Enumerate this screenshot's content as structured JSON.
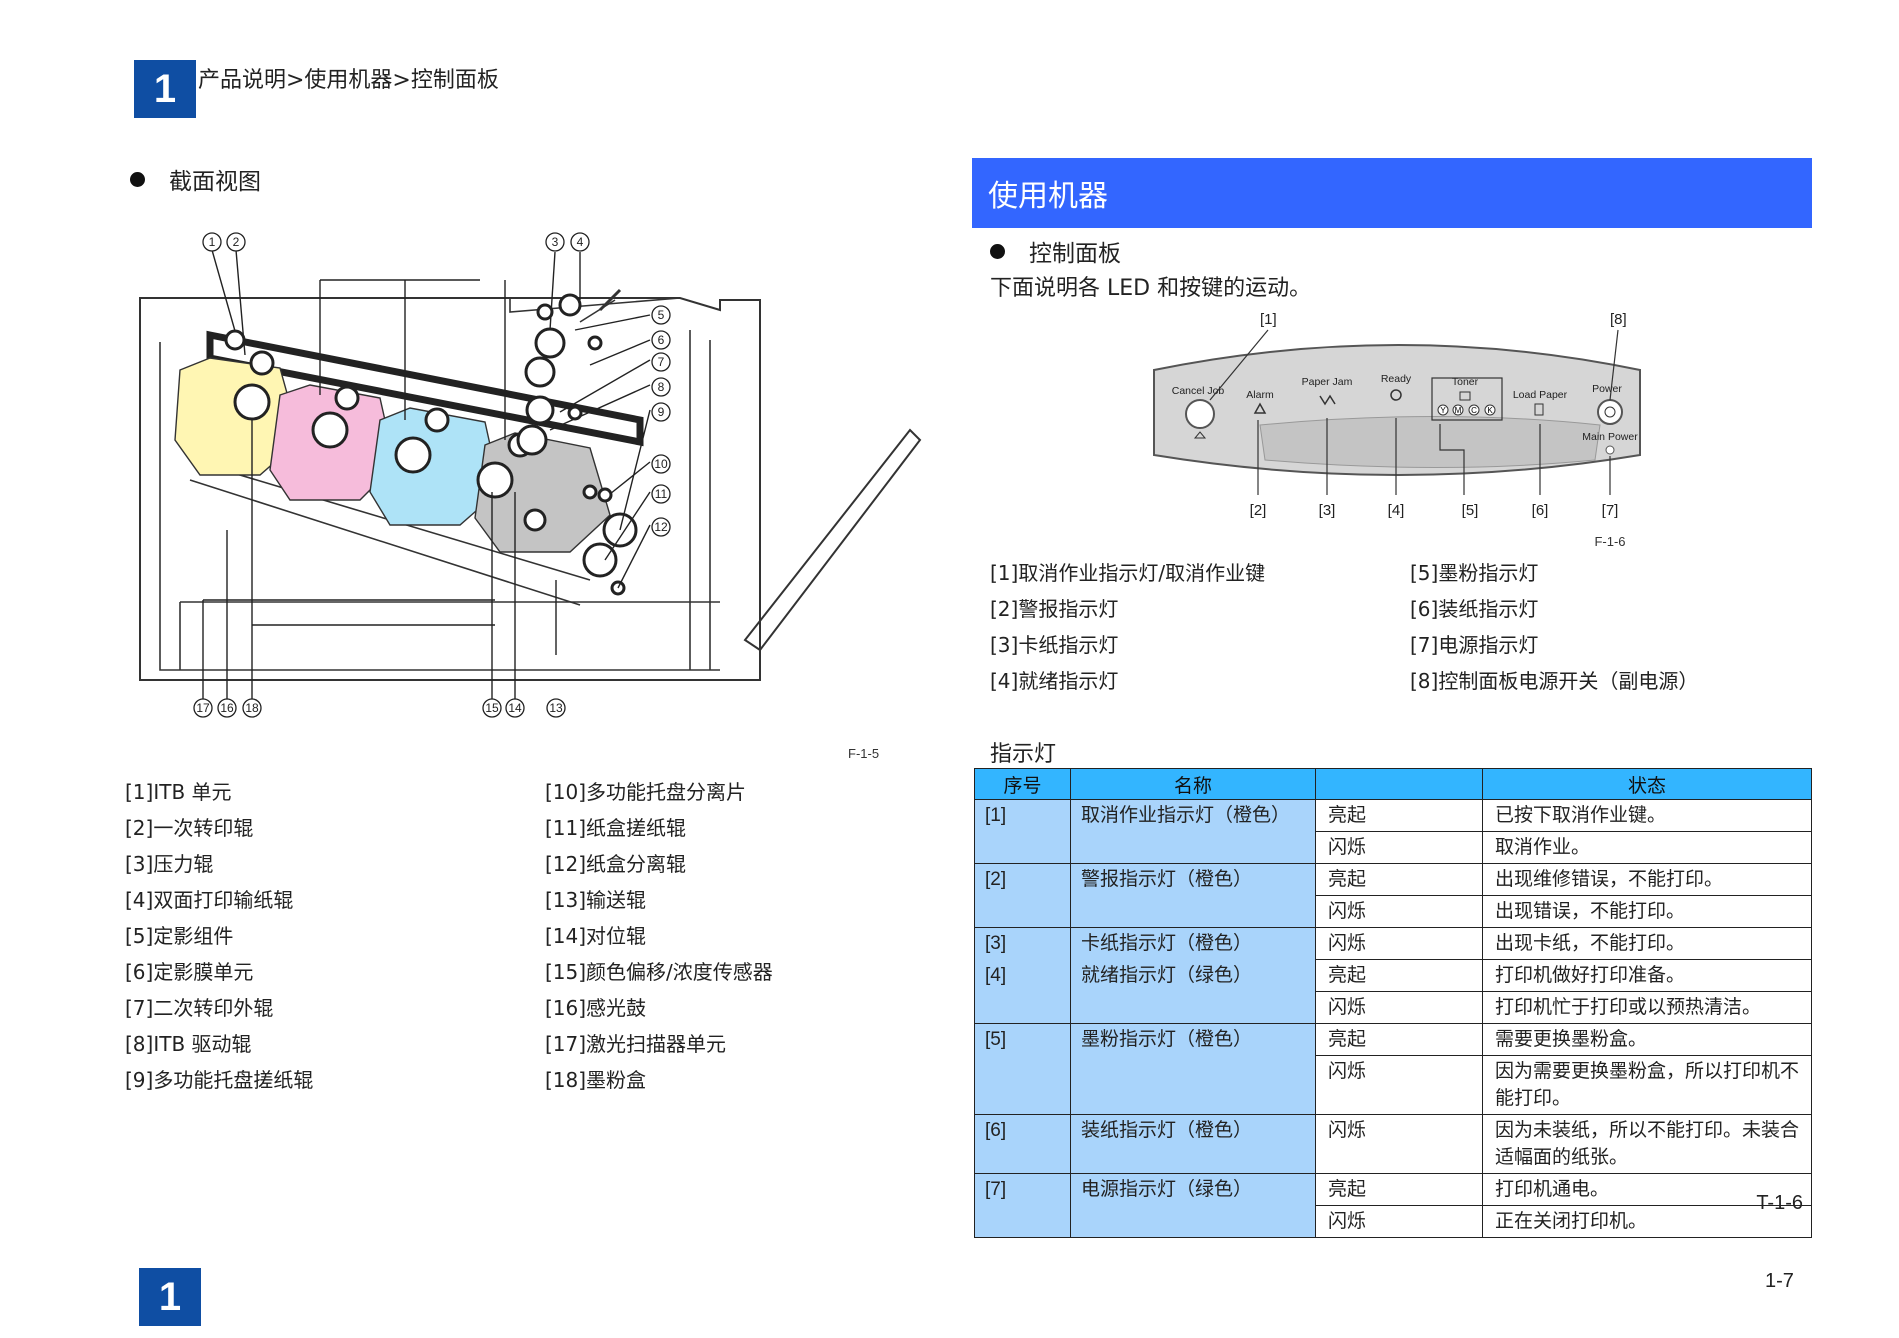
{
  "header": {
    "chapter": "1",
    "breadcrumb": "产品说明>使用机器>控制面板"
  },
  "left": {
    "section_title": "截面视图",
    "figure_id": "F-1-5",
    "callouts": [
      "1",
      "2",
      "3",
      "4",
      "5",
      "6",
      "7",
      "8",
      "9",
      "10",
      "11",
      "12",
      "13",
      "14",
      "15",
      "16",
      "17",
      "18"
    ],
    "legend_col1": [
      "[1]ITB 单元",
      "[2]一次转印辊",
      "[3]压力辊",
      "[4]双面打印输纸辊",
      "[5]定影组件",
      "[6]定影膜单元",
      "[7]二次转印外辊",
      "[8]ITB 驱动辊",
      "[9]多功能托盘搓纸辊"
    ],
    "legend_col2": [
      "[10]多功能托盘分离片",
      "[11]纸盒搓纸辊",
      "[12]纸盒分离辊",
      "[13]输送辊",
      "[14]对位辊",
      "[15]颜色偏移/浓度传感器",
      "[16]感光鼓",
      "[17]激光扫描器单元",
      "[18]墨粉盒"
    ]
  },
  "right": {
    "section_bar": "使用机器",
    "subsection": "控制面板",
    "intro": "下面说明各 LED 和按键的运动。",
    "panel": {
      "figure_id": "F-1-6",
      "top_labels": [
        "[1]",
        "[8]"
      ],
      "bottom_labels": [
        "[2]",
        "[3]",
        "[4]",
        "[5]",
        "[6]",
        "[7]"
      ],
      "texts": {
        "cancel_job": "Cancel Job",
        "alarm": "Alarm",
        "paper_jam": "Paper Jam",
        "ready": "Ready",
        "toner": "Toner",
        "load_paper": "Load Paper",
        "power": "Power",
        "main_power": "Main Power"
      },
      "toner_letters": [
        "Y",
        "M",
        "C",
        "K"
      ]
    },
    "legend_col1": [
      "[1]取消作业指示灯/取消作业键",
      "[2]警报指示灯",
      "[3]卡纸指示灯",
      "[4]就绪指示灯"
    ],
    "legend_col2": [
      "[5]墨粉指示灯",
      "[6]装纸指示灯",
      "[7]电源指示灯",
      "[8]控制面板电源开关（副电源）"
    ],
    "table_title": "指示灯",
    "table": {
      "headers": [
        "序号",
        "名称",
        "",
        "状态"
      ],
      "rows": [
        {
          "no": "[1]",
          "name": "取消作业指示灯（橙色）",
          "mode": "亮起",
          "status": "已按下取消作业键。"
        },
        {
          "no": "",
          "name": "",
          "mode": "闪烁",
          "status": "取消作业。"
        },
        {
          "no": "[2]",
          "name": "警报指示灯（橙色）",
          "mode": "亮起",
          "status": "出现维修错误，不能打印。"
        },
        {
          "no": "",
          "name": "",
          "mode": "闪烁",
          "status": "出现错误，不能打印。"
        },
        {
          "no": "[3]",
          "name": "卡纸指示灯（橙色）",
          "mode": "闪烁",
          "status": "出现卡纸，不能打印。"
        },
        {
          "no": "[4]",
          "name": "就绪指示灯（绿色）",
          "mode": "亮起",
          "status": "打印机做好打印准备。"
        },
        {
          "no": "",
          "name": "",
          "mode": "闪烁",
          "status": "打印机忙于打印或以预热清洁。"
        },
        {
          "no": "[5]",
          "name": "墨粉指示灯（橙色）",
          "mode": "亮起",
          "status": "需要更换墨粉盒。"
        },
        {
          "no": "",
          "name": "",
          "mode": "闪烁",
          "status": "因为需要更换墨粉盒，所以打印机不能打印。"
        },
        {
          "no": "[6]",
          "name": "装纸指示灯（橙色）",
          "mode": "闪烁",
          "status": "因为未装纸，所以不能打印。未装合适幅面的纸张。"
        },
        {
          "no": "[7]",
          "name": "电源指示灯（绿色）",
          "mode": "亮起",
          "status": "打印机通电。"
        },
        {
          "no": "",
          "name": "",
          "mode": "闪烁",
          "status": "正在关闭打印机。"
        }
      ],
      "table_id": "T-1-6"
    }
  },
  "footer": {
    "chapter": "1",
    "page": "1-7"
  },
  "colors": {
    "chapter_box": "#0f4ea3",
    "section_bar": "#3366ff",
    "table_header": "#33b5ff",
    "table_cell": "#a9d4fb",
    "toner_yellow": "#fff6b3",
    "toner_magenta": "#f6bcdb",
    "toner_cyan": "#aee3f7",
    "toner_black": "#c4c4c4"
  }
}
